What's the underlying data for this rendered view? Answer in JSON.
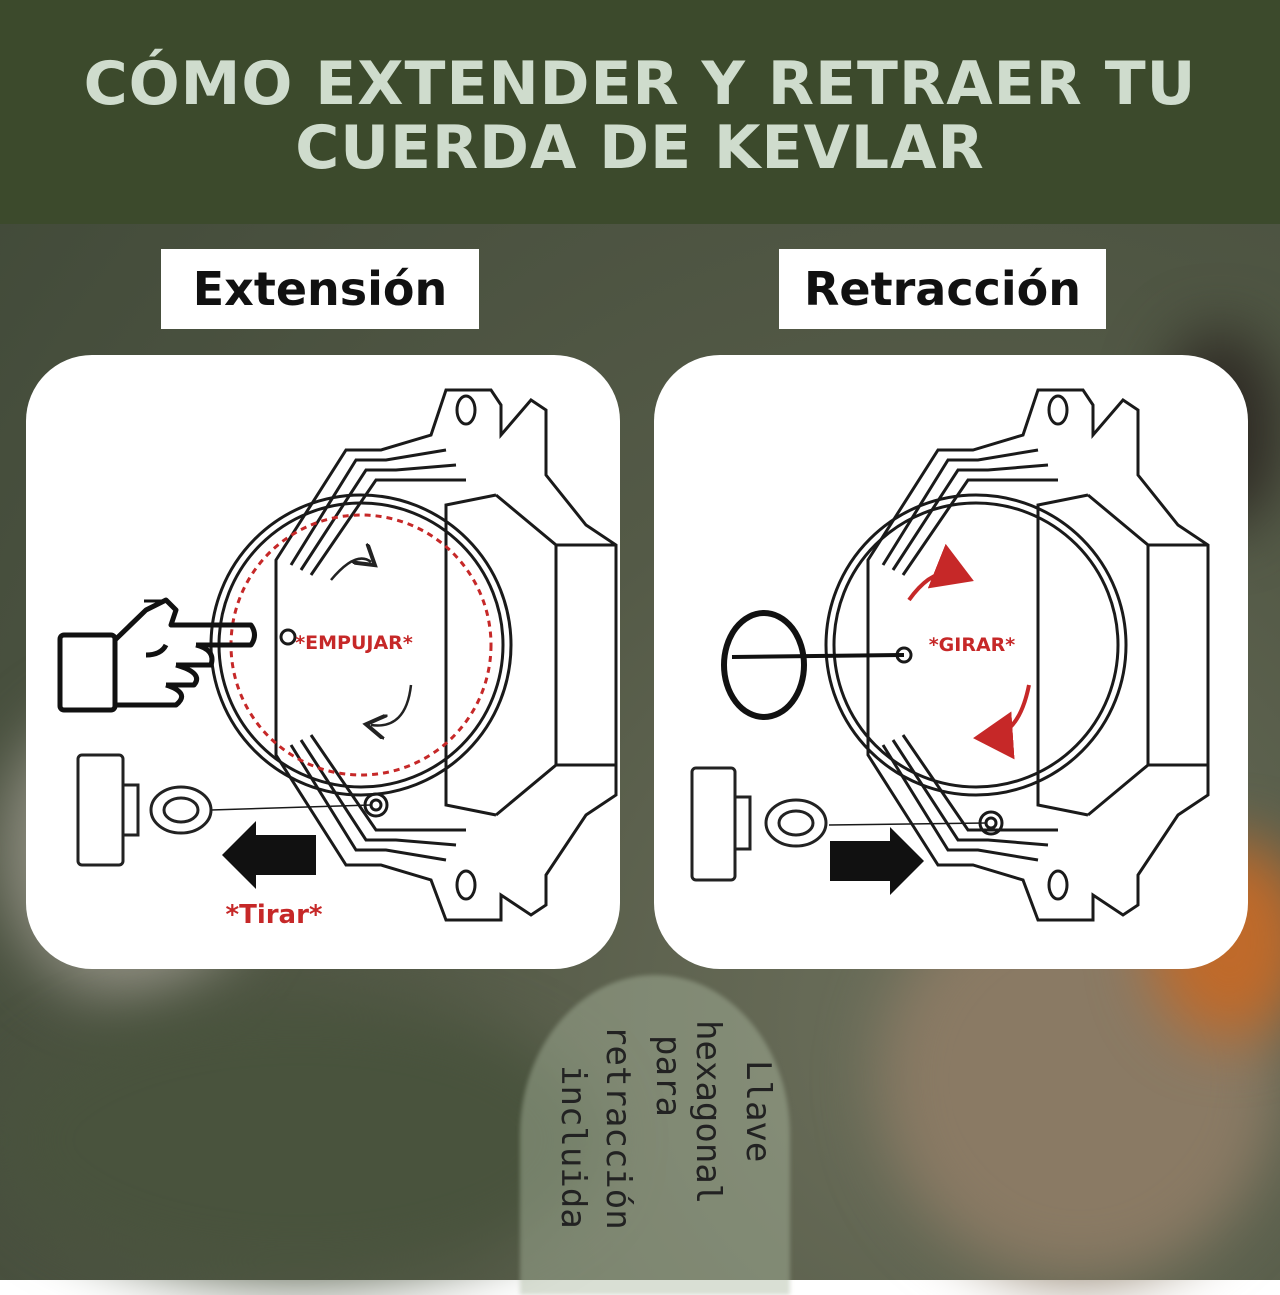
{
  "title_lines": [
    "CÓMO EXTENDER Y RETRAER TU",
    "CUERDA DE KEVLAR"
  ],
  "extension": {
    "label": "Extensión",
    "center_text": "*EMPUJAR*",
    "pull_text": "*Tirar*"
  },
  "retraction": {
    "label": "Retracción",
    "center_text": "*GIRAR*"
  },
  "note": {
    "col1": "Llave",
    "col2": "hexagonal",
    "col3": "para",
    "col4": "retracción",
    "col5": "incluida"
  },
  "colors": {
    "header_bg": "#3c4a2c",
    "title_text": "#cfdccd",
    "accent_red": "#c62828",
    "panel_bg": "#ffffff"
  },
  "icons": [
    "pointing-hand-icon",
    "hex-key-icon",
    "arrow-left-icon",
    "arrow-right-icon",
    "rotate-arrow-icon"
  ]
}
